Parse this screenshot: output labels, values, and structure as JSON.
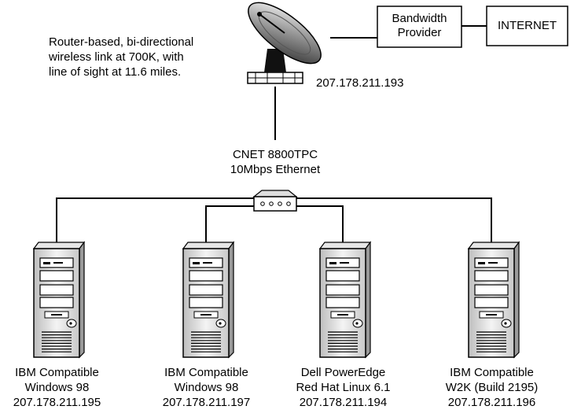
{
  "link_description": [
    "Router-based, bi-directional",
    "wireless link at 700K, with",
    "line of sight at 11.6 miles."
  ],
  "dish_ip": "207.178.211.193",
  "bandwidth_provider": [
    "Bandwidth",
    "Provider"
  ],
  "internet": "INTERNET",
  "hub": [
    "CNET 8800TPC",
    "10Mbps Ethernet"
  ],
  "computers": [
    {
      "line1": "IBM Compatible",
      "line2": "Windows 98",
      "ip": "207.178.211.195"
    },
    {
      "line1": "IBM Compatible",
      "line2": "Windows 98",
      "ip": "207.178.211.197"
    },
    {
      "line1": "Dell PowerEdge",
      "line2": "Red Hat Linux 6.1",
      "ip": "207.178.211.194"
    },
    {
      "line1": "IBM Compatible",
      "line2": "W2K (Build 2195)",
      "ip": "207.178.211.196"
    }
  ]
}
